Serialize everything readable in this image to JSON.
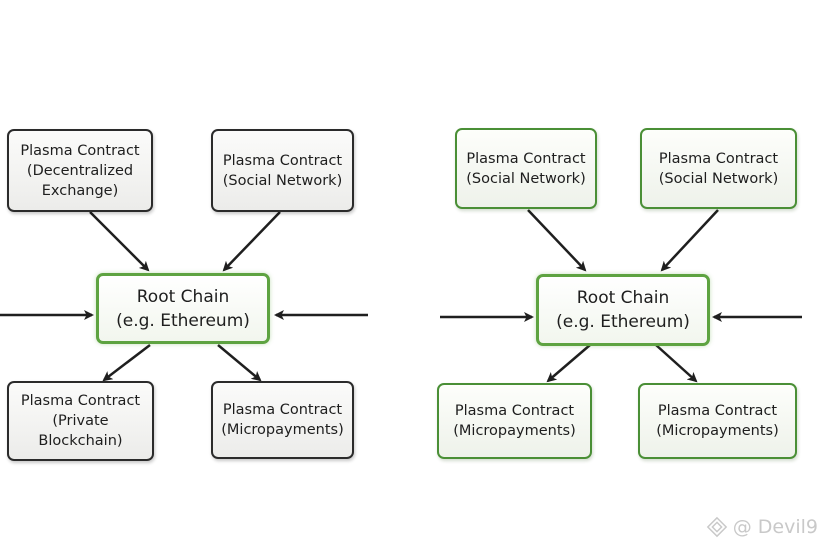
{
  "left_diagram": {
    "root": {
      "line1": "Root Chain",
      "line2": "(e.g. Ethereum)"
    },
    "top_left": {
      "line1": "Plasma Contract",
      "line2": "(Decentralized",
      "line3": "Exchange)"
    },
    "top_right": {
      "line1": "Plasma Contract",
      "line2": "(Social Network)"
    },
    "bottom_left": {
      "line1": "Plasma Contract",
      "line2": "(Private",
      "line3": "Blockchain)"
    },
    "bottom_right": {
      "line1": "Plasma Contract",
      "line2": "(Micropayments)"
    }
  },
  "right_diagram": {
    "root": {
      "line1": "Root Chain",
      "line2": "(e.g. Ethereum)"
    },
    "top_left": {
      "line1": "Plasma Contract",
      "line2": "(Social Network)"
    },
    "top_right": {
      "line1": "Plasma Contract",
      "line2": "(Social Network)"
    },
    "bottom_left": {
      "line1": "Plasma Contract",
      "line2": "(Micropayments)"
    },
    "bottom_right": {
      "line1": "Plasma Contract",
      "line2": "(Micropayments)"
    }
  },
  "watermark": {
    "text": "@ Devil9",
    "icon": "binance-logo-icon"
  },
  "colors": {
    "dark_border": "#2b2b2b",
    "green_border": "#4a8f36",
    "root_border": "#5ea341",
    "arrow": "#1f1f1f"
  }
}
